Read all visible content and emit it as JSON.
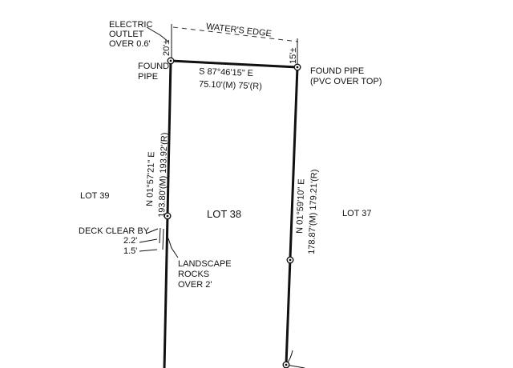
{
  "labels": {
    "electric_1": "ELECTRIC",
    "electric_2": "OUTLET",
    "electric_3": "OVER 0.6'",
    "waters_edge": "WATER'S EDGE",
    "left_offset": "20'±",
    "right_offset": "15'±",
    "found_pipe_left_1": "FOUND",
    "found_pipe_left_2": "PIPE",
    "found_pipe_right_1": "FOUND PIPE",
    "found_pipe_right_2": "(PVC OVER TOP)",
    "north_bearing": "S 87°46'15\" E",
    "north_distance": "75.10'(M)  75'(R)",
    "west_bearing": "N 01°57'21\" E",
    "west_distance": "193.80'(M) 193.92'(R)",
    "east_bearing": "N 01°59'10\" E",
    "east_distance": "178.87'(M) 179.21'(R)",
    "lot_39": "LOT 39",
    "lot_38": "LOT 38",
    "lot_37": "LOT 37",
    "deck_1": "DECK CLEAR BY",
    "deck_2": "2.2'",
    "deck_3": "1.5'",
    "landscape_1": "LANDSCAPE",
    "landscape_2": "ROCKS",
    "landscape_3": "OVER 2'"
  }
}
